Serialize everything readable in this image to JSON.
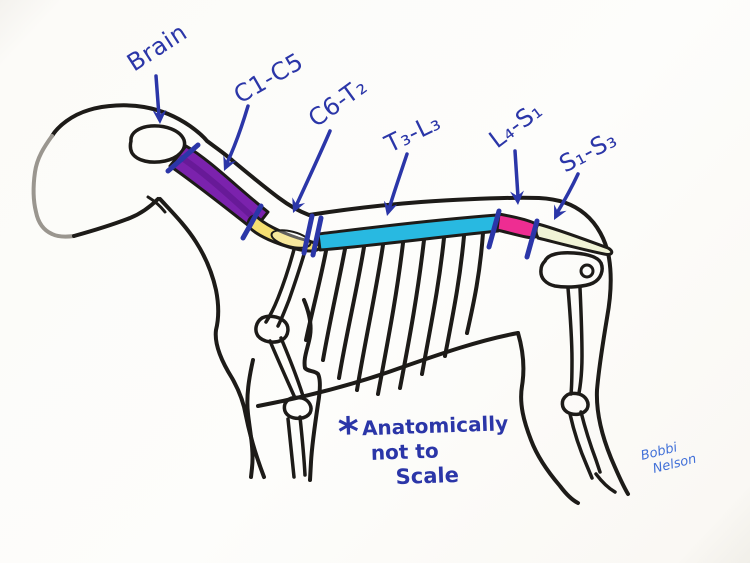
{
  "figure": {
    "subject": "Hand-drawn dog skeleton with spinal cord segments",
    "scale_note": "Anatomically not to Scale"
  },
  "brain": {
    "label": "Brain"
  },
  "segments": [
    {
      "name": "cervical C1-C5",
      "label": "C1-C5",
      "color": "#7b22ad"
    },
    {
      "name": "cervicothoracic C6-T2",
      "label": "C6-T₂",
      "color": "#f5df72"
    },
    {
      "name": "thoracolumbar T3-L3",
      "label": "T₃-L₃",
      "color": "#28b9e1"
    },
    {
      "name": "lumbosacral L4-S1",
      "label": "L₄-S₁",
      "color": "#ee2d92"
    },
    {
      "name": "sacral S1-S3",
      "label": "S₁-S₃",
      "color": "#f0f3d6"
    }
  ],
  "note": {
    "asterisk": "*",
    "lines": [
      "Anatomically",
      "not to",
      "Scale"
    ]
  },
  "signature": {
    "line1": "Bobbi",
    "line2": "Nelson"
  },
  "colors": {
    "ink": "#1d1b18",
    "snout_gray": "#9a968f",
    "annotation_blue": "#2b36a8",
    "signature_blue": "#4170d8",
    "paper": "#fcfbf8"
  }
}
